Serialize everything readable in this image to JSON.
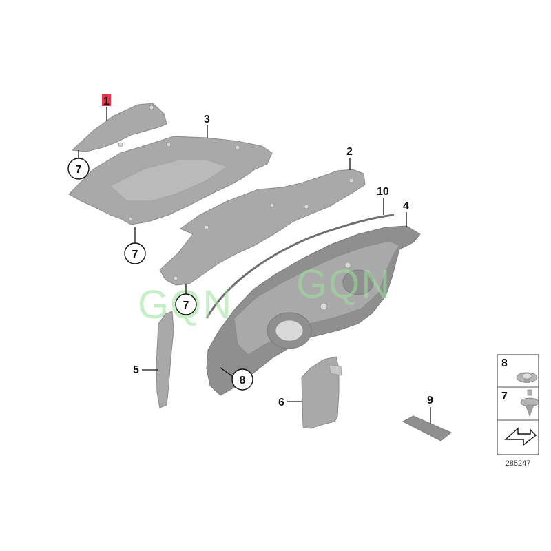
{
  "callouts": {
    "p1": "1",
    "p2": "2",
    "p3": "3",
    "p4": "4",
    "p5": "5",
    "p6": "6",
    "p7a": "7",
    "p7b": "7",
    "p7c": "7",
    "p8": "8",
    "p9": "9",
    "p10": "10"
  },
  "legend": {
    "row1_label": "8",
    "row2_label": "7",
    "diagram_number": "285247"
  },
  "watermark": {
    "text_left": "GQN",
    "text_right": "GQN"
  },
  "colors": {
    "highlight_tag": "#e03a4a",
    "watermark": "#9be39b",
    "part_fill": "#a9a9a9"
  }
}
